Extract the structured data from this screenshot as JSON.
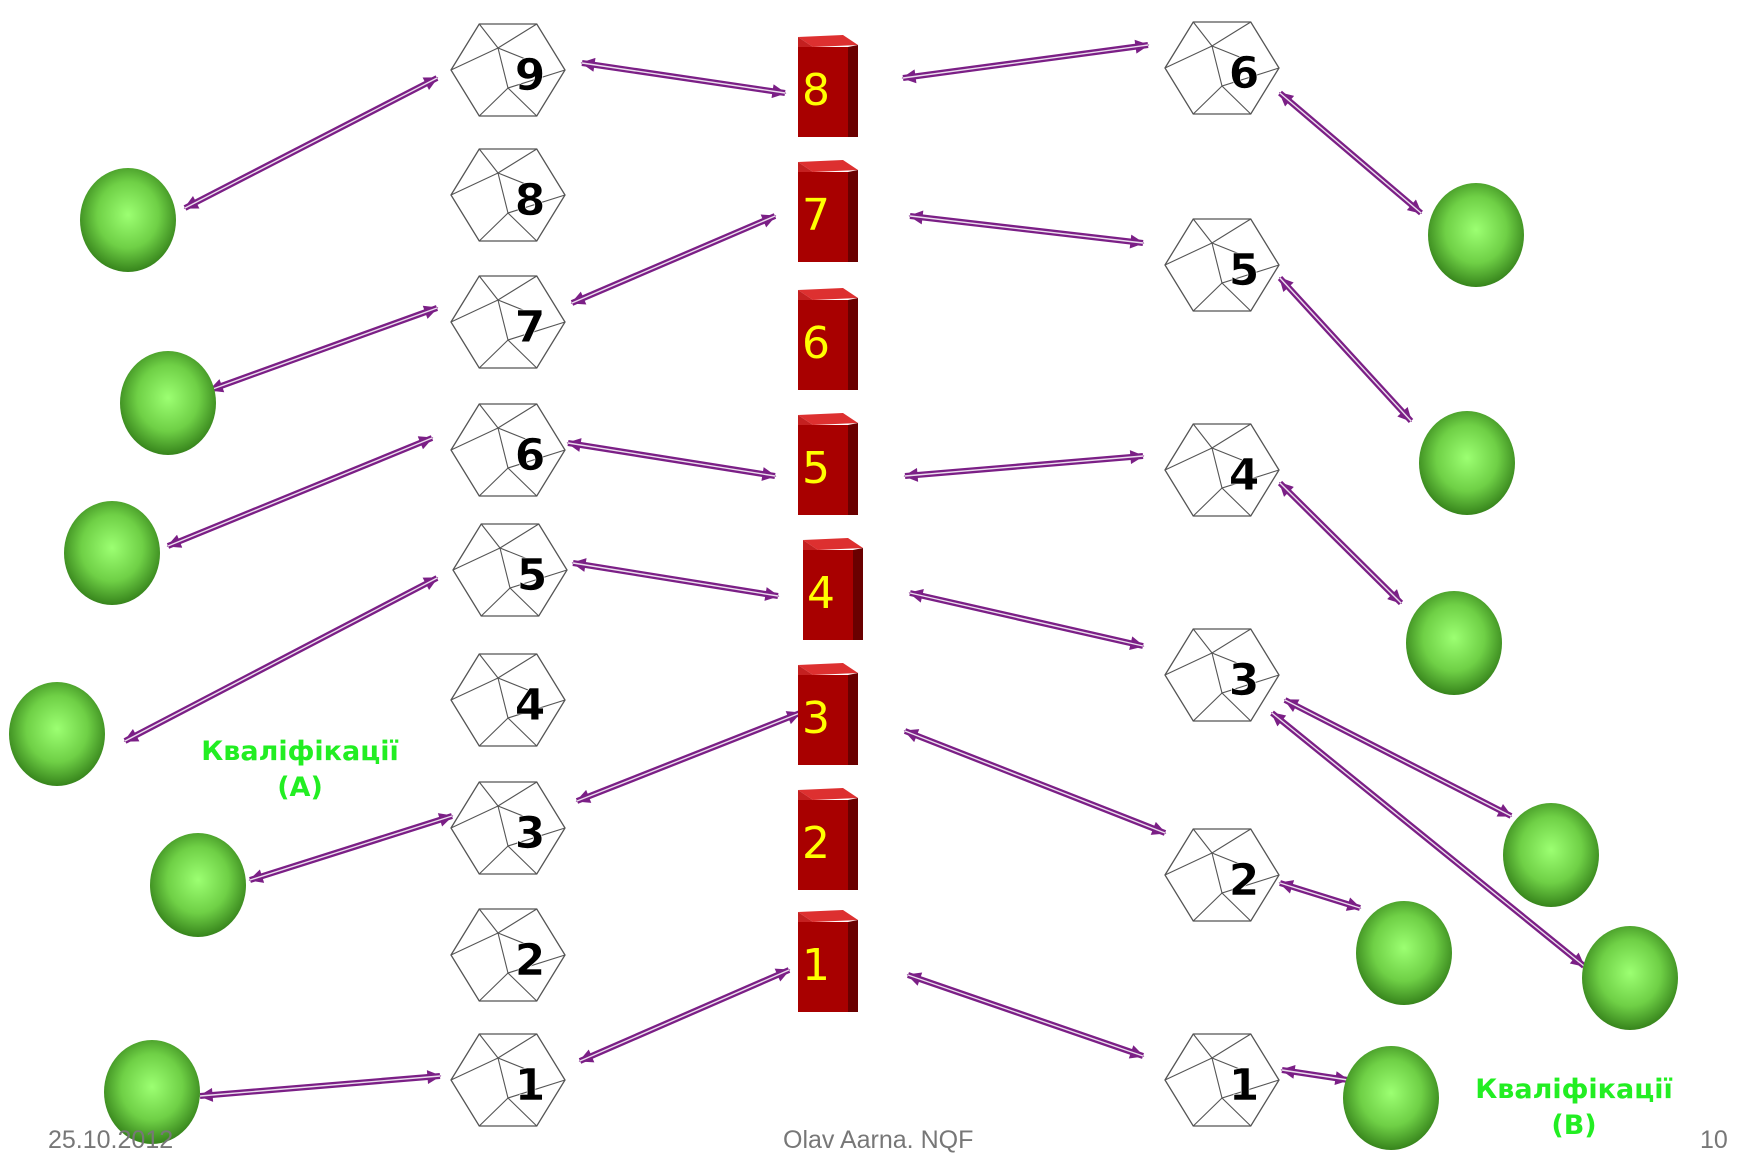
{
  "colors": {
    "arrow": "#7b1f86",
    "cube_front": "#a80000",
    "cube_side": "#6a0000",
    "cube_top": "#dd3030",
    "cube_number": "#ffff00",
    "sphere_light": "#9cff72",
    "sphere_dark": "#2f7a16",
    "caption": "#22ee22",
    "box_number": "#000000"
  },
  "center_levels": [
    "1",
    "2",
    "3",
    "4",
    "5",
    "6",
    "7",
    "8"
  ],
  "left_framework": {
    "levels": [
      "1",
      "2",
      "3",
      "4",
      "5",
      "6",
      "7",
      "8",
      "9"
    ],
    "caption_line1": "Кваліфікації",
    "caption_line2": "(A)"
  },
  "right_framework": {
    "levels": [
      "1",
      "2",
      "3",
      "4",
      "5",
      "6"
    ],
    "caption_line1": "Кваліфікації",
    "caption_line2": "(B)"
  },
  "footer": {
    "date": "25.10.2012",
    "author": "Olav Aarna. NQF",
    "page": "10"
  }
}
